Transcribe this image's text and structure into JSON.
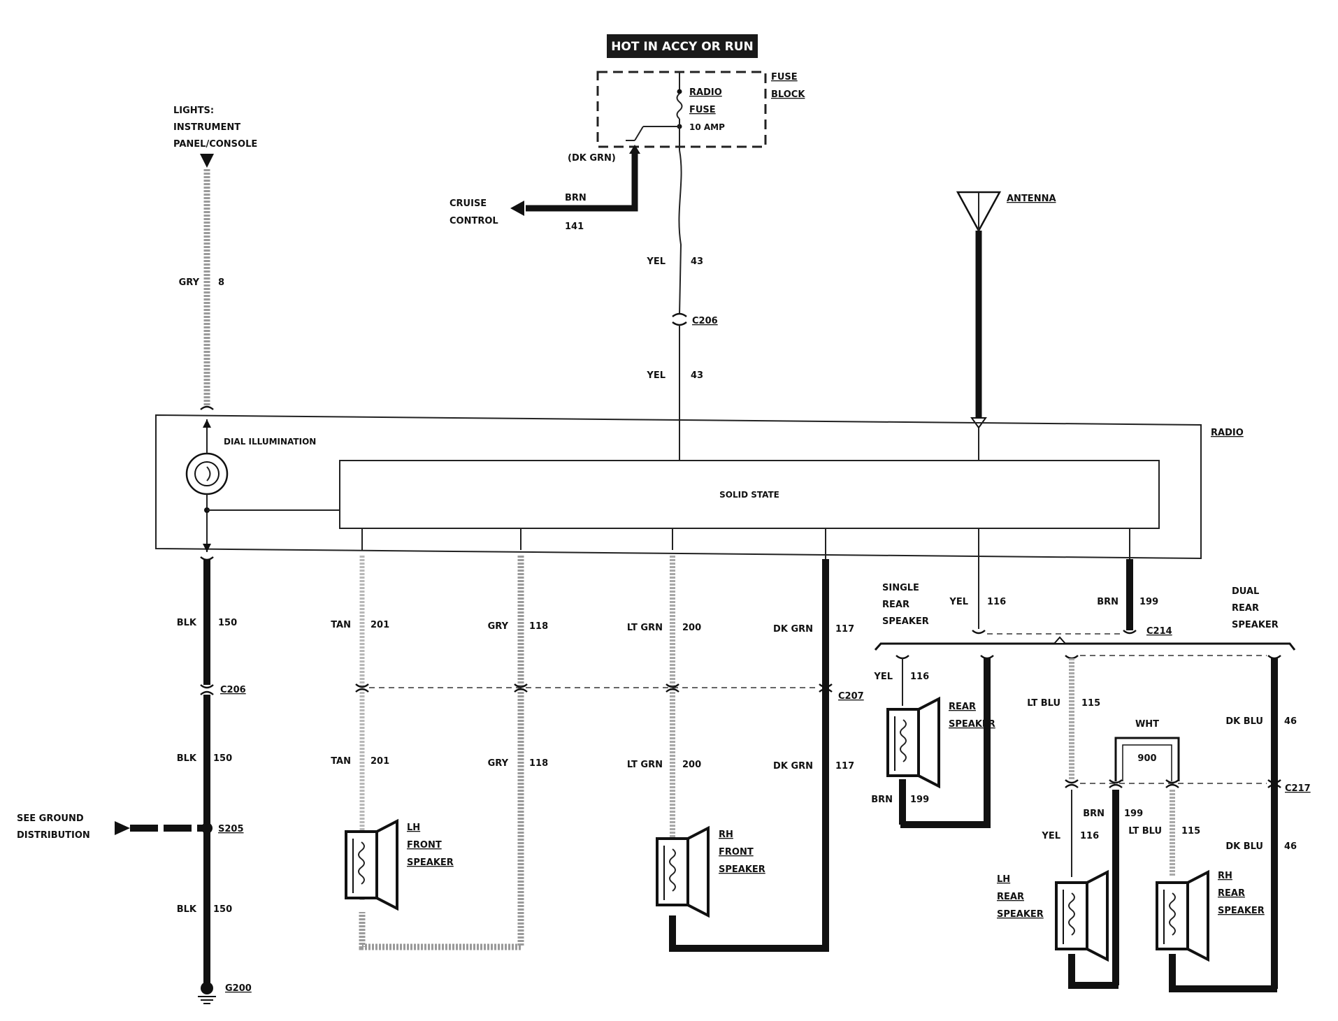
{
  "header_label": "HOT IN ACCY OR RUN",
  "fuse_block": {
    "title_1": "FUSE",
    "title_2": "BLOCK",
    "fuse_1": "RADIO",
    "fuse_2": "FUSE",
    "rating": "10 AMP",
    "tap": "(DK GRN)"
  },
  "cruise": {
    "line_1": "CRUISE",
    "line_2": "CONTROL",
    "color": "BRN",
    "circuit": "141"
  },
  "lights": {
    "line_1": "LIGHTS:",
    "line_2": "INSTRUMENT",
    "line_3": "PANEL/CONSOLE",
    "color": "GRY",
    "circuit": "8"
  },
  "feed": {
    "color_a": "YEL",
    "circuit_a": "43",
    "connector": "C206",
    "color_b": "YEL",
    "circuit_b": "43"
  },
  "antenna": "ANTENNA",
  "radio": {
    "label": "RADIO",
    "dial": "DIAL ILLUMINATION",
    "solid_state": "SOLID STATE"
  },
  "ground": {
    "blk": "BLK",
    "circuit": "150",
    "connector_c206": "C206",
    "splice": "S205",
    "ground": "G200",
    "see_1": "SEE GROUND",
    "see_2": "DISTRIBUTION"
  },
  "front_wires": {
    "tan": "TAN",
    "tan_n": "201",
    "gry": "GRY",
    "gry_n": "118",
    "ltgrn": "LT GRN",
    "ltgrn_n": "200",
    "dkgrn": "DK GRN",
    "dkgrn_n": "117",
    "connector": "C207"
  },
  "lh_front": {
    "l1": "LH",
    "l2": "FRONT",
    "l3": "SPEAKER"
  },
  "rh_front": {
    "l1": "RH",
    "l2": "FRONT",
    "l3": "SPEAKER"
  },
  "rear": {
    "single_1": "SINGLE",
    "single_2": "REAR",
    "single_3": "SPEAKER",
    "dual_1": "DUAL",
    "dual_2": "REAR",
    "dual_3": "SPEAKER",
    "yel": "YEL",
    "yel_n": "116",
    "brn": "BRN",
    "brn_n": "199",
    "c214": "C214",
    "ltblu": "LT BLU",
    "ltblu_n": "115",
    "dkblu": "DK BLU",
    "dkblu_n": "46",
    "wht": "WHT",
    "wht_n": "900",
    "c217": "C217"
  },
  "rear_speaker": {
    "l1": "REAR",
    "l2": "SPEAKER"
  },
  "lh_rear": {
    "l1": "LH",
    "l2": "REAR",
    "l3": "SPEAKER"
  },
  "rh_rear": {
    "l1": "RH",
    "l2": "REAR",
    "l3": "SPEAKER"
  }
}
